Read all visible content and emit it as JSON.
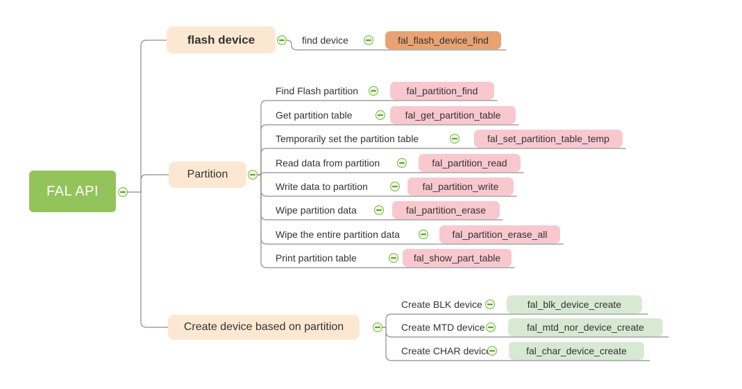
{
  "palette": {
    "root_green": "#93c45c",
    "branch_peach": "#fce8d2",
    "fn_orange": "#e9a271",
    "fn_pink": "#f9c8cf",
    "fn_green": "#d8e9d3",
    "connector_gray": "#8c8c8c",
    "collapse_icon_green": "#77b843",
    "text_dark": "#333333"
  },
  "icons": {
    "collapse": "minus-circle"
  },
  "root": {
    "label": "FAL API"
  },
  "branches": [
    {
      "label": "flash device",
      "children": [
        {
          "label": "find device",
          "func": "fal_flash_device_find"
        }
      ]
    },
    {
      "label": "Partition",
      "children": [
        {
          "label": "Find Flash partition",
          "func": "fal_partition_find"
        },
        {
          "label": "Get partition table",
          "func": "fal_get_partition_table"
        },
        {
          "label": "Temporarily set the partition table",
          "func": "fal_set_partition_table_temp"
        },
        {
          "label": "Read data from partition",
          "func": "fal_partition_read"
        },
        {
          "label": "Write data to partition",
          "func": "fal_partition_write"
        },
        {
          "label": "Wipe partition data",
          "func": "fal_partition_erase"
        },
        {
          "label": "Wipe the entire partition data",
          "func": "fal_partition_erase_all"
        },
        {
          "label": "Print partition table",
          "func": "fal_show_part_table"
        }
      ]
    },
    {
      "label": "Create device based on partition",
      "children": [
        {
          "label": "Create BLK device",
          "func": "fal_blk_device_create"
        },
        {
          "label": "Create MTD device",
          "func": "fal_mtd_nor_device_create"
        },
        {
          "label": "Create CHAR device",
          "func": "fal_char_device_create"
        }
      ]
    }
  ]
}
